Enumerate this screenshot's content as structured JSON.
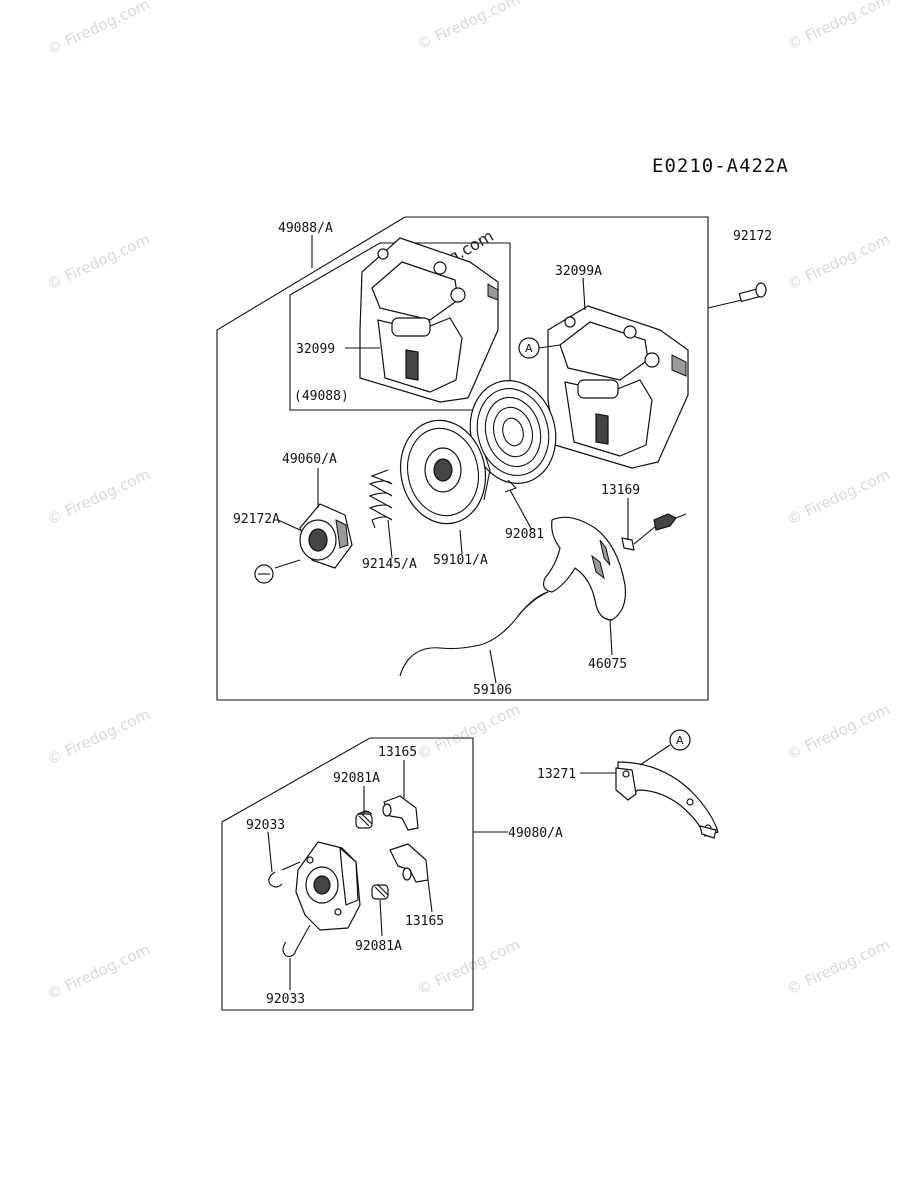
{
  "diagram_code": "E0210-A422A",
  "watermark": "© Firedog.com",
  "watermark_center": "Firedog.com",
  "callouts": {
    "c49088A": "49088/A",
    "c32099": "32099",
    "c49088": "(49088)",
    "c32099A": "32099A",
    "c92172": "92172",
    "c49060A": "49060/A",
    "c92172A": "92172A",
    "c92145A": "92145/A",
    "c59101A": "59101/A",
    "c92081": "92081",
    "c13169": "13169",
    "c46075": "46075",
    "c59106": "59106",
    "c13165a": "13165",
    "c92081Aa": "92081A",
    "c92033a": "92033",
    "c49080A": "49080/A",
    "c13165b": "13165",
    "c92081Ab": "92081A",
    "c92033b": "92033",
    "c13271": "13271",
    "refA1": "A",
    "refA2": "A"
  }
}
